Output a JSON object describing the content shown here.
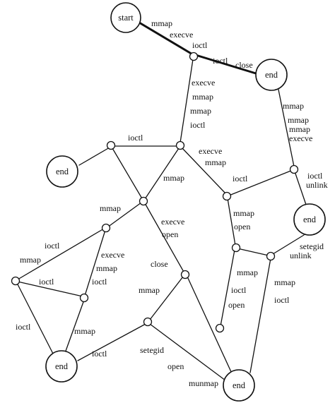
{
  "diagram": {
    "states": {
      "start": "start",
      "end_top_right": "end",
      "end_left": "end",
      "end_right": "end",
      "end_bottom_left": "end",
      "end_bottom": "end"
    },
    "labels": {
      "l_start_mmap": "mmap",
      "l_start_execve": "execve",
      "l_start_ioctl": "ioctl",
      "l_n1_ioctl": "ioctl",
      "l_n1_close": "close",
      "l_n1_execve": "execve",
      "l_n1_mmap": "mmap",
      "l_n1_mmap2": "mmap",
      "l_n1_ioctl2": "ioctl",
      "l_end1_mmap": "mmap",
      "l_end1_mmap2": "mmap",
      "l_end1_mmap3": "mmap",
      "l_end1_execve": "execve",
      "l_n2_ioctl": "ioctl",
      "l_n3_execve": "execve",
      "l_n3_mmap": "mmap",
      "l_n3_mmap2": "mmap",
      "l_n4_ioctl": "ioctl",
      "l_n5_ioctl": "ioctl",
      "l_n5_unlink": "unlink",
      "l_n6_mmap": "mmap",
      "l_n6_execve": "execve",
      "l_n6_open": "open",
      "l_n4_mmap": "mmap",
      "l_n4_open": "open",
      "l_n7_ioctl": "ioctl",
      "l_n7_execve": "execve",
      "l_n7_mmap": "mmap",
      "l_n7_ioctl2": "ioctl",
      "l_n8_mmap": "mmap",
      "l_n8_ioctl": "ioctl",
      "l_n8_ioctl2": "ioctl",
      "l_n12_setegid": "setegid",
      "l_n12_unlink": "unlink",
      "l_n11_mmap": "mmap",
      "l_n11_ioctl": "ioctl",
      "l_n11_open": "open",
      "l_n12_mmap": "mmap",
      "l_n12_ioctl": "ioctl",
      "l_n13_close": "close",
      "l_n14_mmap": "mmap",
      "l_n9_mmap": "mmap",
      "l_n14_ioctl": "ioctl",
      "l_n14_setegid": "setegid",
      "l_n14_open": "open",
      "l_end5_munmap": "munmap"
    }
  }
}
